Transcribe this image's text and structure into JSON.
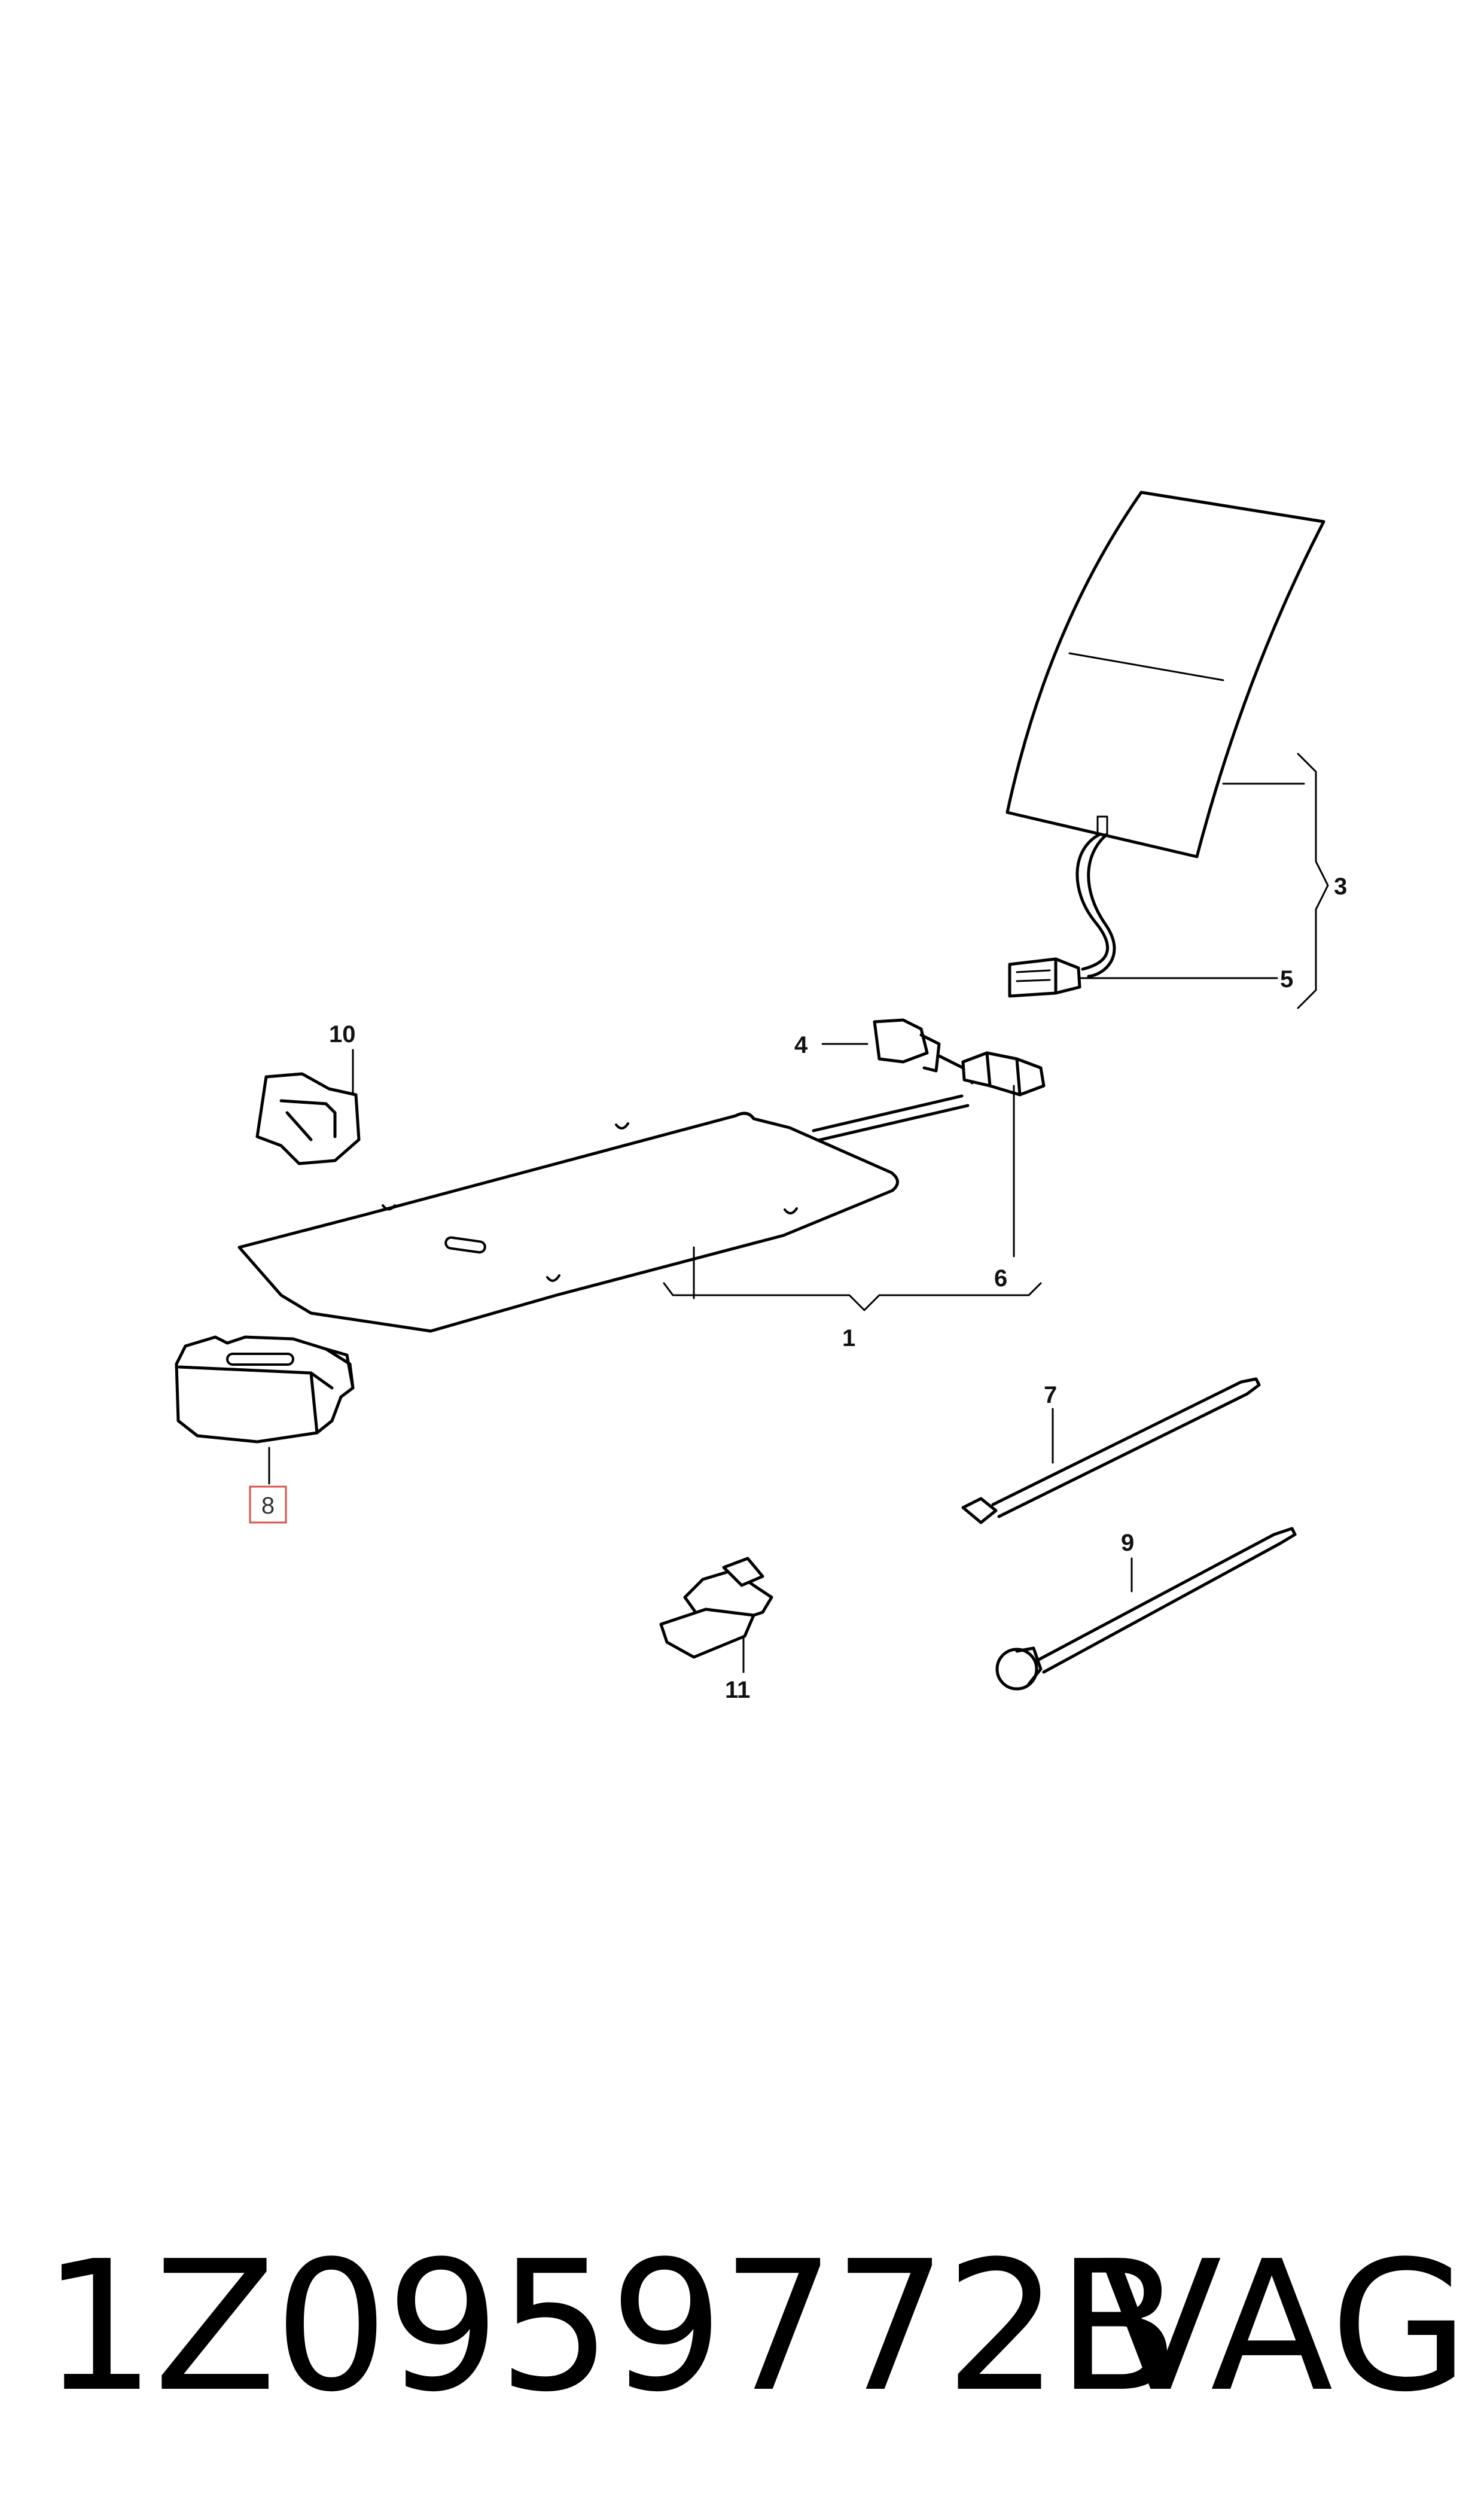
{
  "diagram": {
    "callouts": {
      "c1": "1",
      "c3": "3",
      "c4": "4",
      "c5": "5",
      "c6": "6",
      "c7": "7",
      "c8": "8",
      "c9": "9",
      "c10": "10",
      "c11": "11"
    },
    "highlighted_callout": "8",
    "highlight_color": "#d9534f"
  },
  "footer": {
    "part_number": "1Z0959772B",
    "brand": "VAG"
  }
}
